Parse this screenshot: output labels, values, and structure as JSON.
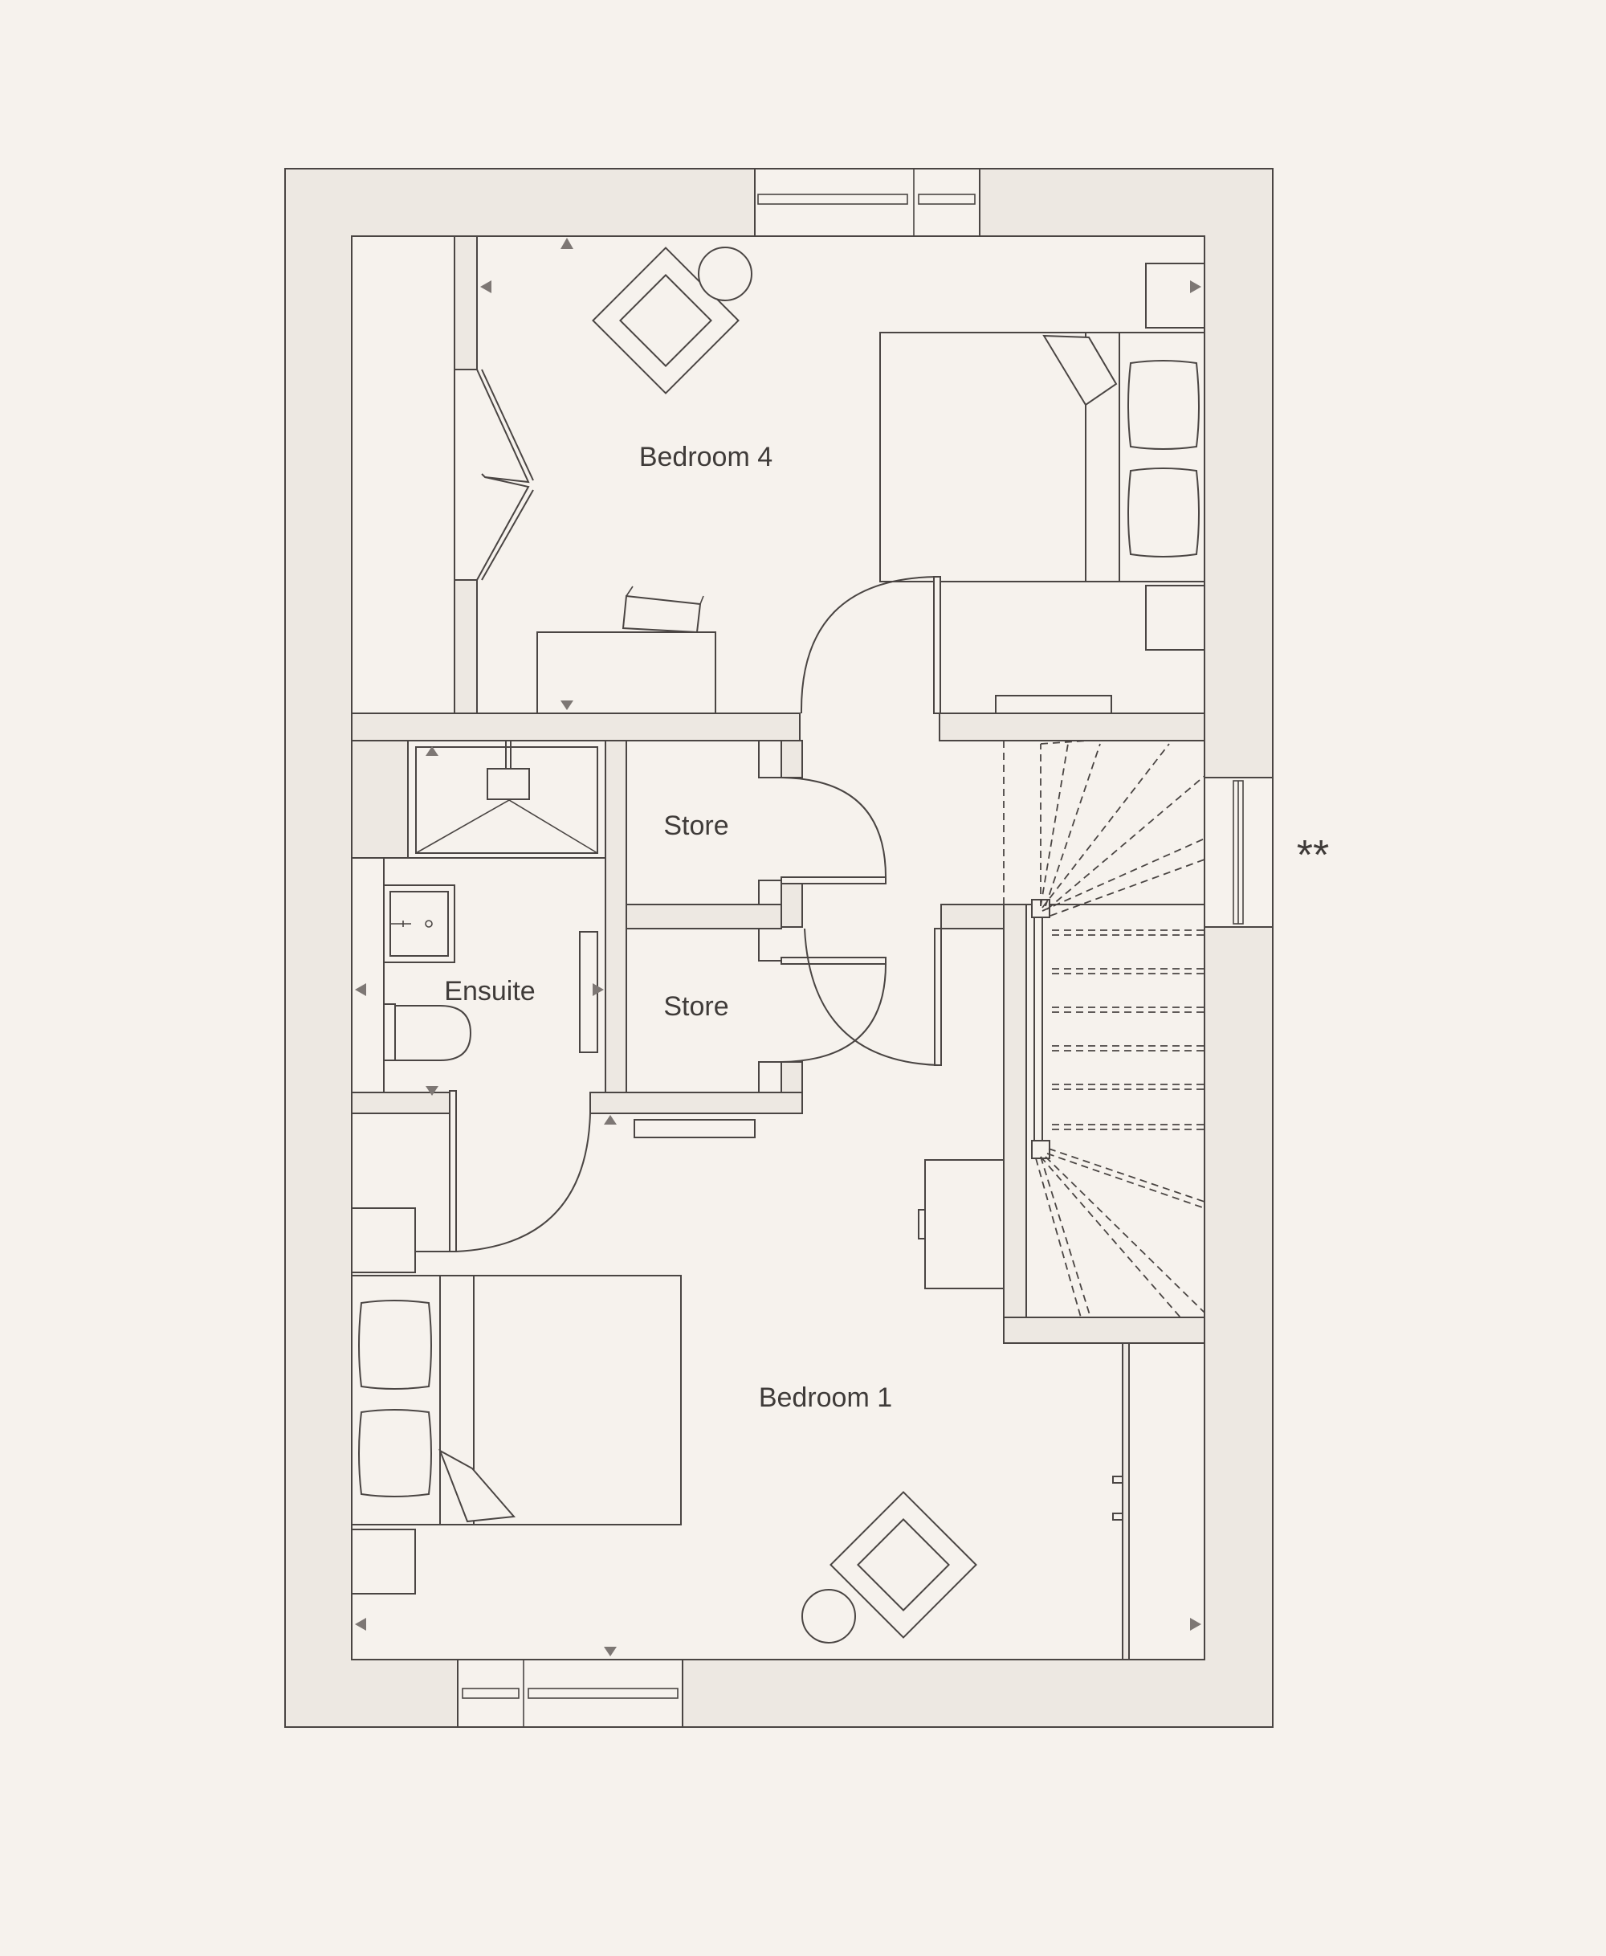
{
  "plan": {
    "rooms": [
      {
        "id": "bedroom-4",
        "label": "Bedroom 4"
      },
      {
        "id": "ensuite",
        "label": "Ensuite"
      },
      {
        "id": "store-upper",
        "label": "Store"
      },
      {
        "id": "store-lower",
        "label": "Store"
      },
      {
        "id": "bedroom-1",
        "label": "Bedroom 1"
      }
    ],
    "note_marker": "**"
  },
  "colors": {
    "background": "#f6f2ed",
    "wall_fill": "#ede8e2",
    "line": "#4a4543",
    "text": "#3f3b39",
    "arrow": "#7d7774"
  }
}
